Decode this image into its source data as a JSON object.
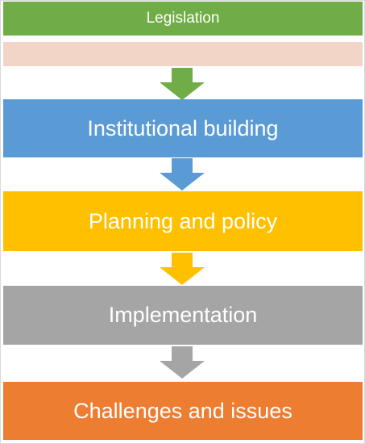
{
  "flow": {
    "steps": [
      {
        "label": "Legislation",
        "color": "#70ad47"
      },
      {
        "label": "Institutional building",
        "color": "#5b9bd5"
      },
      {
        "label": "Planning and policy",
        "color": "#ffc000"
      },
      {
        "label": "Implementation",
        "color": "#a5a5a5"
      },
      {
        "label": "Challenges and issues",
        "color": "#ed7d31"
      }
    ],
    "subbar_color": "#f2d5c6",
    "arrow_colors": [
      "#70ad47",
      "#5b9bd5",
      "#ffc000",
      "#a5a5a5"
    ]
  }
}
